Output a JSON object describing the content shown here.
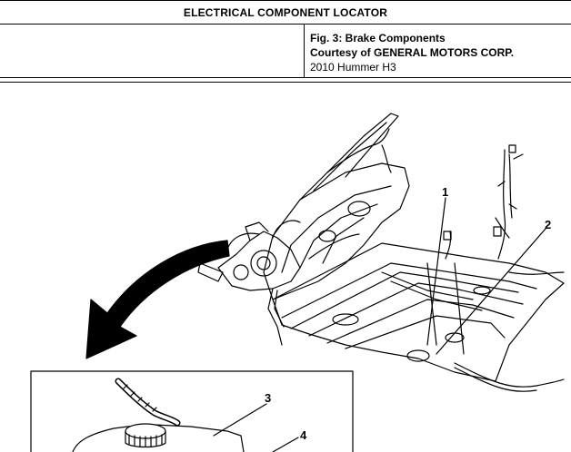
{
  "header": {
    "title": "ELECTRICAL COMPONENT LOCATOR",
    "figure_label": "Fig. 3: Brake Components",
    "courtesy": "Courtesy of GENERAL MOTORS CORP.",
    "vehicle": "2010 Hummer H3"
  },
  "callouts": {
    "c1": "1",
    "c2": "2",
    "c3": "3",
    "c4": "4"
  }
}
